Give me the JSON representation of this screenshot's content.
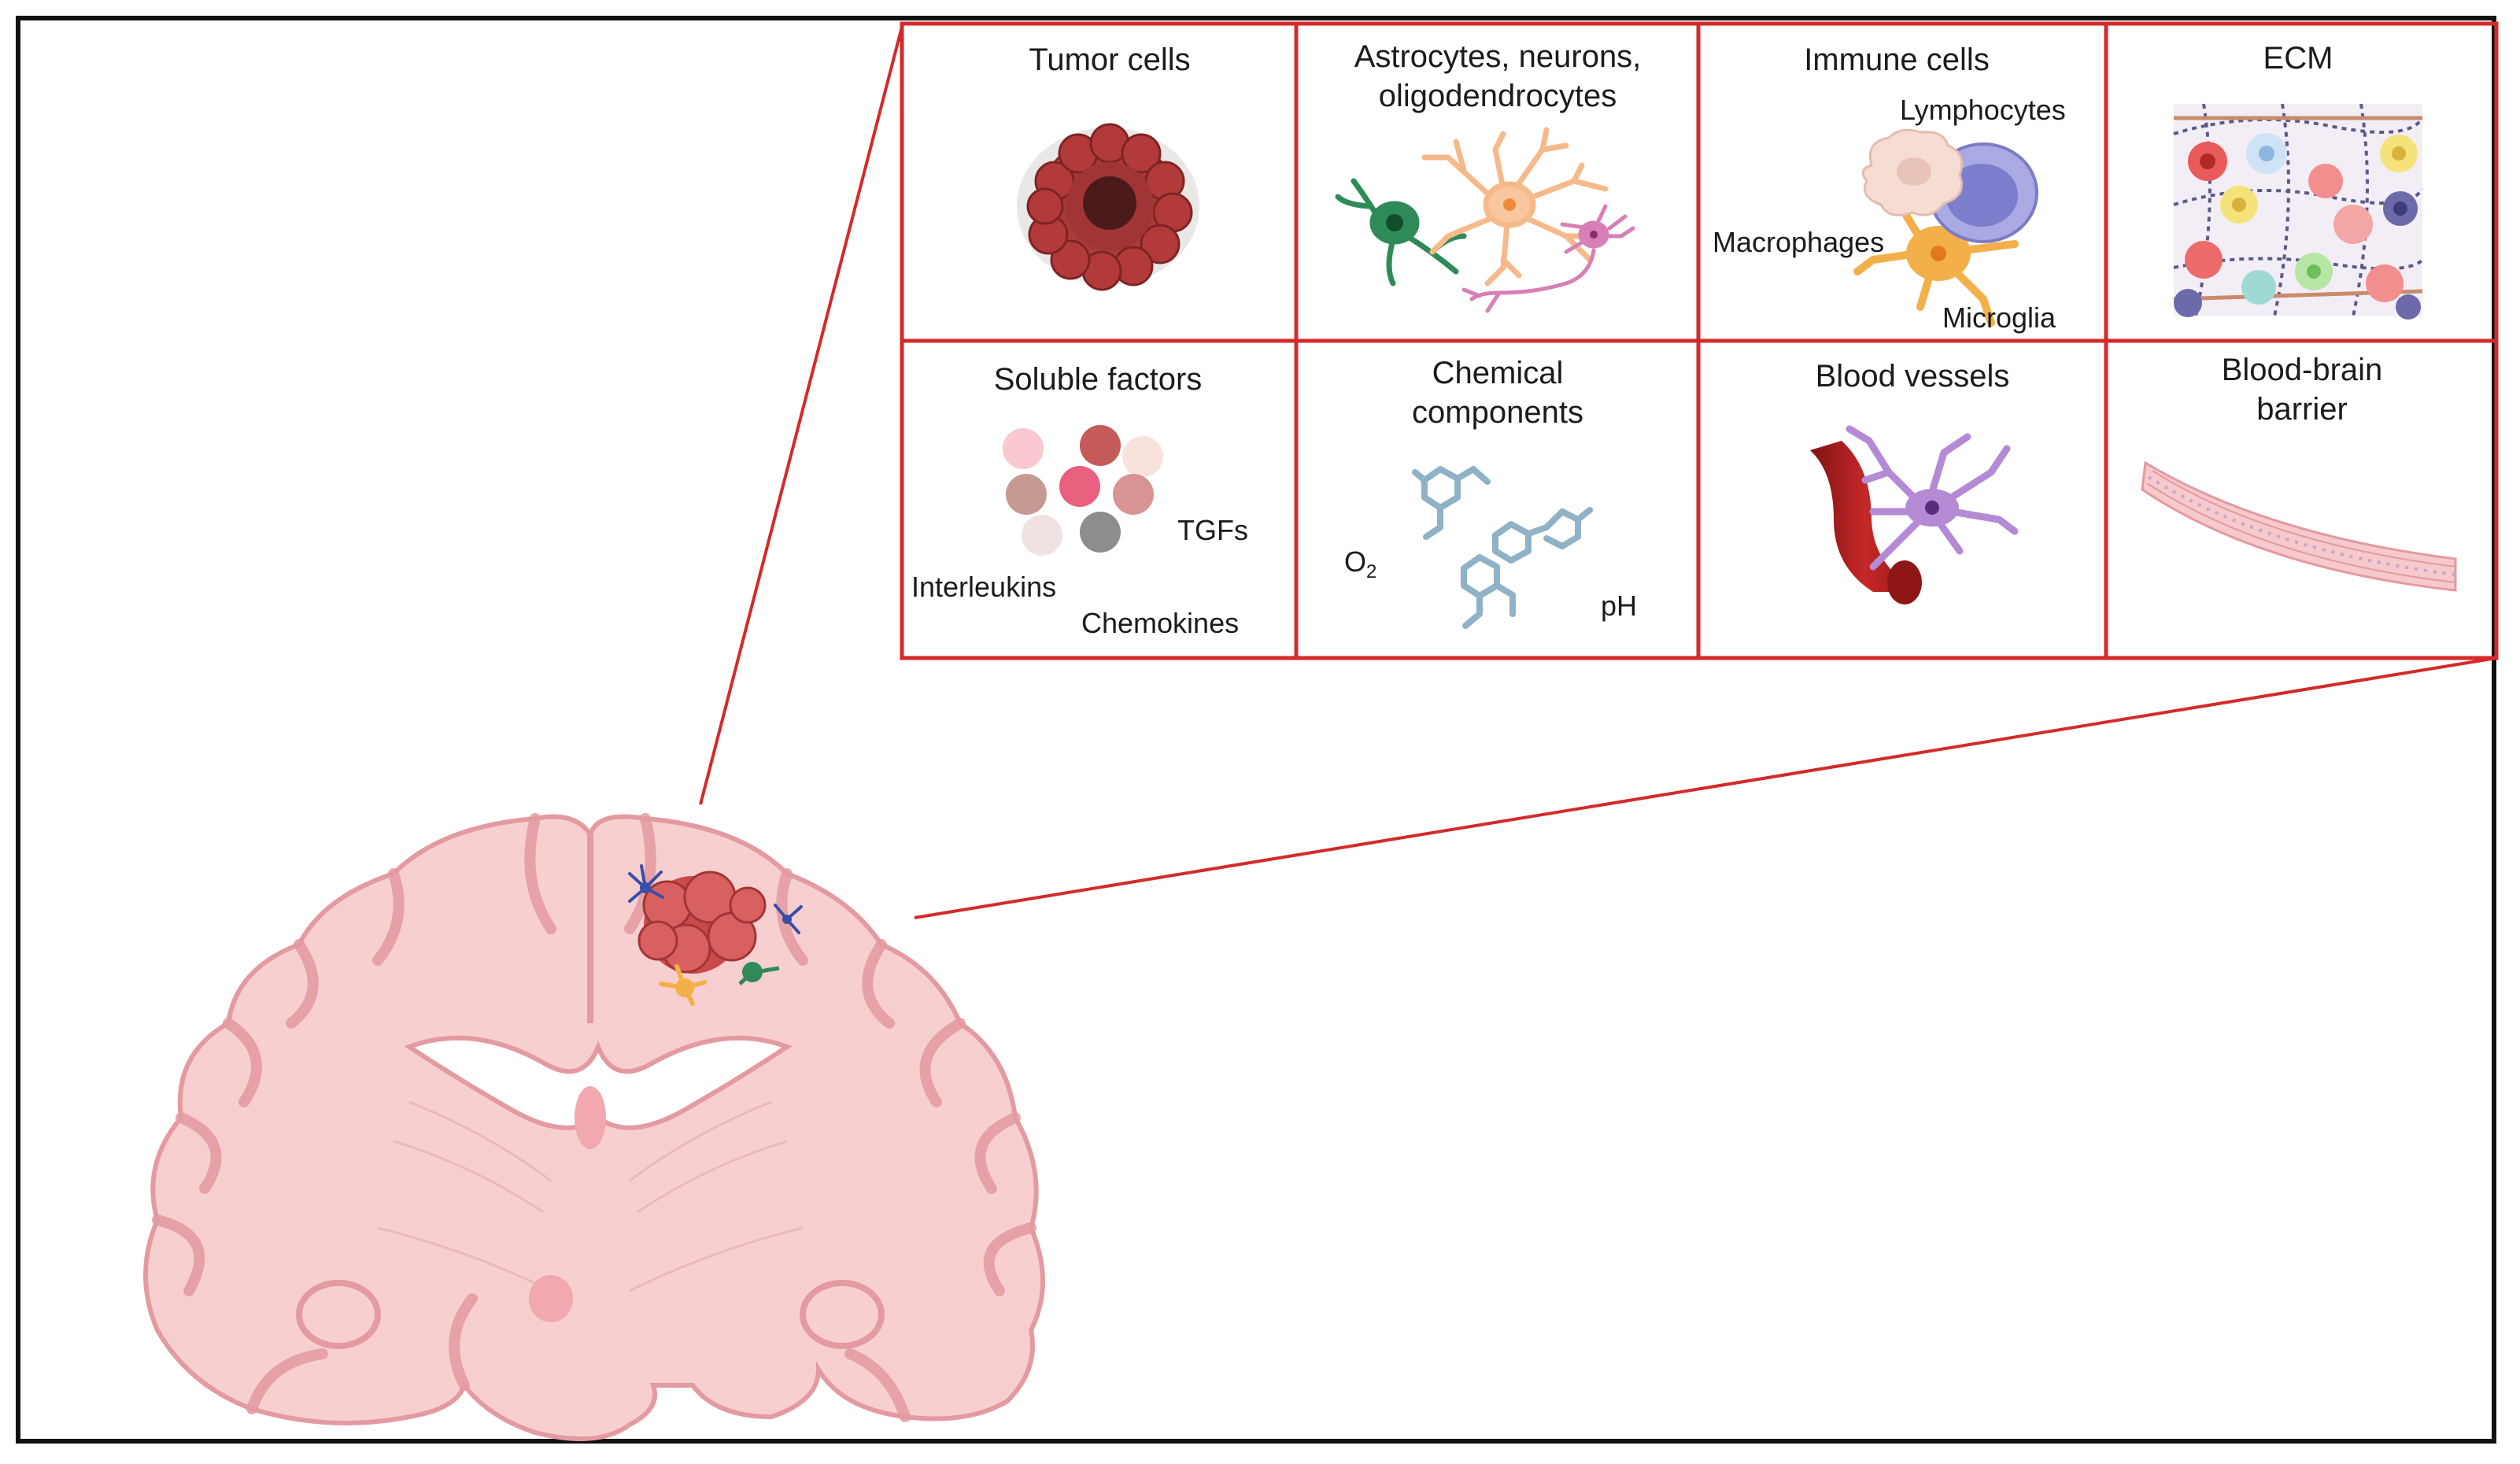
{
  "panels": {
    "tumor_cells": "Tumor cells",
    "glia_neurons": {
      "line1": "Astrocytes, neurons,",
      "line2": "oligodendrocytes"
    },
    "immune_cells": {
      "title": "Immune cells",
      "lymphocytes": "Lymphocytes",
      "macrophages": "Macrophages",
      "microglia": "Microglia"
    },
    "ecm": "ECM",
    "soluble_factors": {
      "title": "Soluble factors",
      "tgfs": "TGFs",
      "interleukins": "Interleukins",
      "chemokines": "Chemokines"
    },
    "chemical_components": {
      "line1": "Chemical",
      "line2": "components",
      "o2": "O",
      "o2_sub": "2",
      "ph": "pH"
    },
    "blood_vessels": "Blood vessels",
    "bbb": {
      "line1": "Blood-brain",
      "line2": "barrier"
    }
  },
  "colors": {
    "grid_line": "#d42a2a",
    "brain_fill": "#f8cfd0",
    "brain_outline": "#e39aa0",
    "tumor": "#a83a3a",
    "astrocyte": "#f6b98a",
    "oligodendrocyte": "#2e8b57",
    "neuron": "#d77fb6",
    "lymphocyte": "#8f8fd6",
    "macrophage": "#f3d3c8",
    "microglia": "#f3b04a",
    "vessel": "#b71c1c",
    "pericyte": "#b48ad4",
    "molecule": "#8fb2c6"
  },
  "icons": [
    "tumor-cell-icon",
    "oligodendrocyte-icon",
    "astrocyte-icon",
    "neuron-icon",
    "lymphocyte-icon",
    "macrophage-icon",
    "microglia-icon",
    "ecm-mesh-icon",
    "cytokine-beads-icon",
    "molecule-icon",
    "blood-vessel-icon",
    "barrier-icon",
    "brain-coronal-section-icon"
  ]
}
